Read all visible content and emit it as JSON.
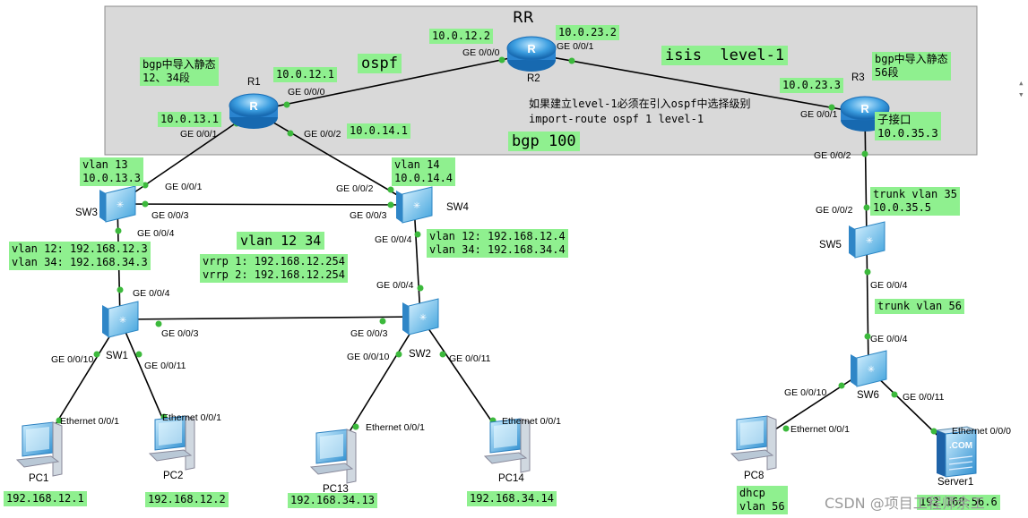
{
  "area": {
    "rr_label": "RR",
    "ospf_label": "ospf",
    "isis_label": "isis  level-1",
    "bgp_label": "bgp 100"
  },
  "notes": {
    "r1_note": "bgp中导入静态\n12、34段",
    "r3_note": "bgp中导入静态\n56段",
    "isis_note": "如果建立level-1必须在引入ospf中选择级别\nimport-route ospf 1 level-1",
    "subif_note": "子接口\n10.0.35.3"
  },
  "devices": {
    "r1": "R1",
    "r2": "R2",
    "r3": "R3",
    "sw1": "SW1",
    "sw2": "SW2",
    "sw3": "SW3",
    "sw4": "SW4",
    "sw5": "SW5",
    "sw6": "SW6",
    "pc1": "PC1",
    "pc2": "PC2",
    "pc13": "PC13",
    "pc14": "PC14",
    "pc8": "PC8",
    "server1": "Server1"
  },
  "ips": {
    "r2_g000": "10.0.12.2",
    "r2_g001": "10.0.23.2",
    "r1_g000": "10.0.12.1",
    "r1_g001": "10.0.13.1",
    "r1_g002": "10.0.14.1",
    "r3_g001": "10.0.23.3",
    "sw3_vlan": "vlan 13\n10.0.13.3",
    "sw4_vlan": "vlan 14\n10.0.14.4",
    "sw3_svi": "vlan 12: 192.168.12.3\nvlan 34: 192.168.34.3",
    "sw4_svi": "vlan 12: 192.168.12.4\nvlan 34: 192.168.34.4",
    "vlan_1234": "vlan 12 34",
    "vrrp": "vrrp 1: 192.168.12.254\nvrrp 2: 192.168.12.254",
    "sw5_trunk": "trunk vlan 35\n10.0.35.5",
    "sw6_trunk": "trunk vlan 56",
    "pc1_ip": "192.168.12.1",
    "pc2_ip": "192.168.12.2",
    "pc13_ip": "192.168.34.13",
    "pc14_ip": "192.168.34.14",
    "pc8_note": "dhcp\nvlan 56",
    "server1_ip": "192.168.56.6"
  },
  "ports": {
    "r2_a": "GE 0/0/0",
    "r2_b": "GE 0/0/1",
    "r1_a": "GE 0/0/0",
    "r1_b": "GE 0/0/1",
    "r1_c": "GE 0/0/2",
    "r3_a": "GE 0/0/1",
    "r3_b": "GE 0/0/2",
    "sw3_a": "GE 0/0/1",
    "sw3_b": "GE 0/0/3",
    "sw3_c": "GE 0/0/4",
    "sw4_a": "GE 0/0/2",
    "sw4_b": "GE 0/0/3",
    "sw4_c": "GE 0/0/4",
    "sw1_a": "GE 0/0/4",
    "sw1_b": "GE 0/0/3",
    "sw1_c": "GE 0/0/10",
    "sw1_d": "GE 0/0/11",
    "sw2_a": "GE 0/0/4",
    "sw2_b": "GE 0/0/3",
    "sw2_c": "GE 0/0/10",
    "sw2_d": "GE 0/0/11",
    "sw5_a": "GE 0/0/2",
    "sw5_b": "GE 0/0/4",
    "sw6_a": "GE 0/0/4",
    "sw6_b": "GE 0/0/10",
    "sw6_c": "GE 0/0/11",
    "pc1_e": "Ethernet 0/0/1",
    "pc2_e": "Ethernet 0/0/1",
    "pc13_e": "Ethernet 0/0/1",
    "pc14_e": "Ethernet 0/0/1",
    "pc8_e": "Ethernet 0/0/1",
    "server1_e": "Ethernet 0/0/0"
  },
  "watermark": "CSDN @项目工程师余工",
  "colors": {
    "area_fill": "#d9d9d9",
    "tag_fill": "#8ff08f",
    "link": "#000000",
    "dot": "#3cb93c",
    "router": "#2a8fd8",
    "switch": "#5ab8e8"
  },
  "icons": {
    "router": "router-icon",
    "switch": "switch-icon",
    "pc": "pc-icon",
    "server": "server-icon"
  }
}
